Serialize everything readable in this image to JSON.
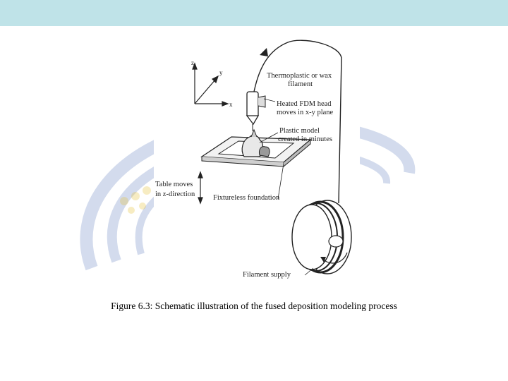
{
  "header": {
    "band_color": "#bfe3e8"
  },
  "figure": {
    "axes": {
      "z": "z",
      "y": "y",
      "x": "x"
    },
    "labels": {
      "filament_line1": "Thermoplastic or wax",
      "filament_line2": "filament",
      "head_line1": "Heated FDM head",
      "head_line2": "moves in x-y plane",
      "model_line1": "Plastic model",
      "model_line2": "created in minutes",
      "table_line1": "Table moves",
      "table_line2": "in z-direction",
      "foundation": "Fixtureless foundation",
      "supply": "Filament supply"
    }
  },
  "caption": "Figure 6.3: Schematic illustration of the fused deposition modeling process"
}
